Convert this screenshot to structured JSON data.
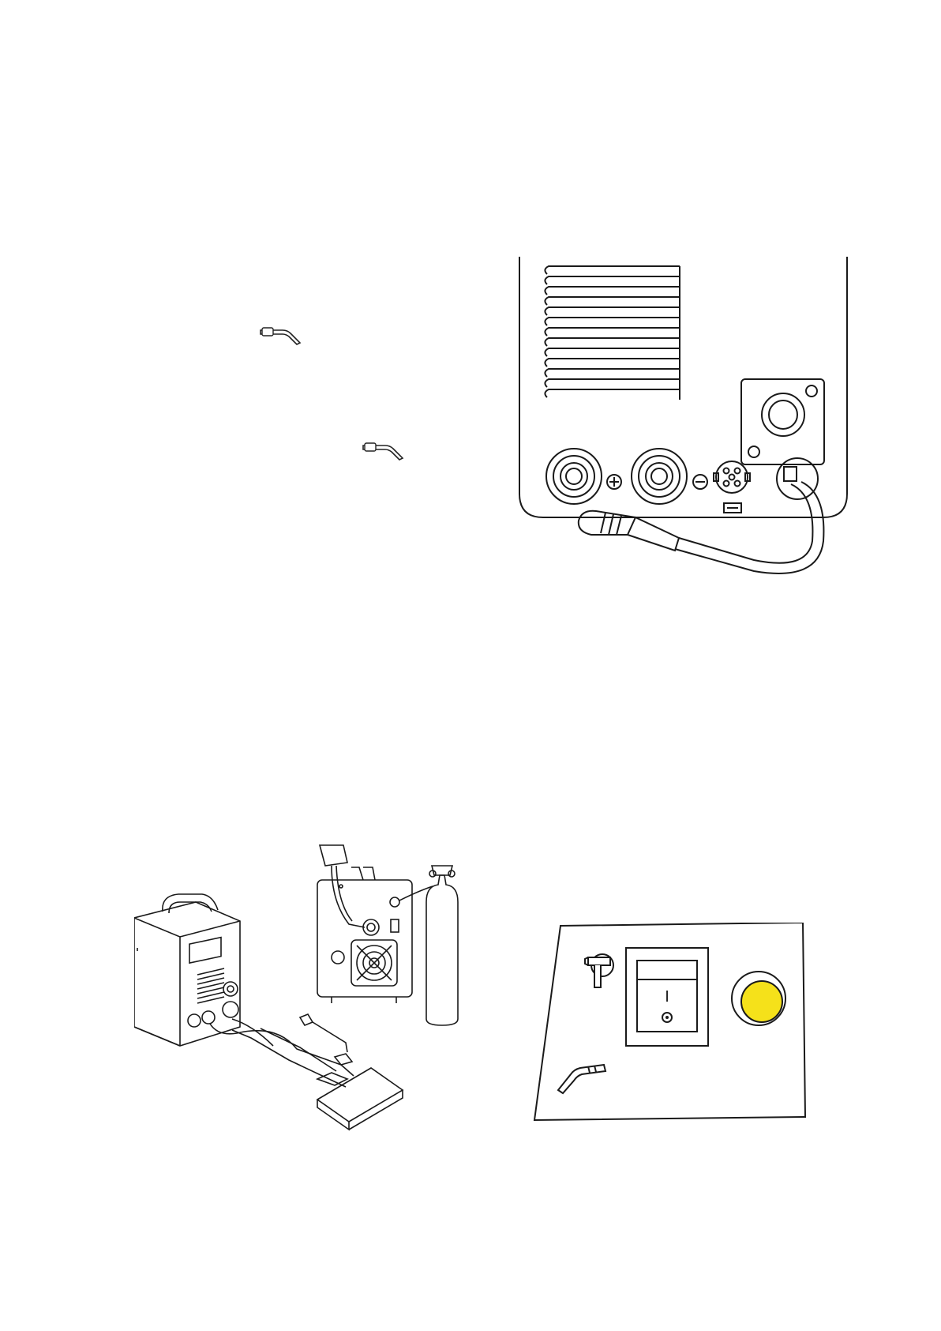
{
  "page": {
    "background": "#ffffff",
    "ink_color": "#1a1a1a"
  },
  "inline_icons": [
    {
      "name": "welding-torch-icon"
    },
    {
      "name": "welding-torch-icon"
    }
  ],
  "rear_panel": {
    "positive_symbol": "+",
    "negative_symbol": "−",
    "vent_slot_count": 13
  },
  "setup_illustration": {
    "components": [
      "welding-machine",
      "wire-feeder",
      "gas-cylinder",
      "torch-cable",
      "ground-clamp",
      "workpiece"
    ]
  },
  "switch_panel": {
    "switch_on_mark": "I",
    "switch_off_mark": "O",
    "indicator_color": "#f5e11a",
    "icons": [
      "spool-gun-icon",
      "mig-torch-icon"
    ]
  }
}
